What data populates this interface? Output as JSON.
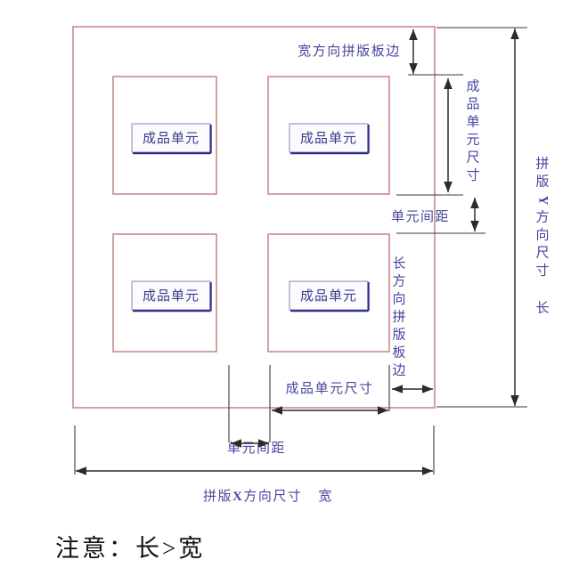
{
  "diagram": {
    "title_note": "注意：长>宽",
    "unit_label": "成品单元",
    "annotations": {
      "width_plate_edge": "宽方向拼版板边",
      "length_plate_edge": "长方向拼版板边",
      "unit_size_vertical": "成品单元尺寸",
      "unit_size_horizontal": "成品单元尺寸",
      "unit_gap_vertical": "单元间距",
      "unit_gap_horizontal": "单元间距",
      "imposition_y_size": "拼版Y方向尺寸",
      "imposition_y_label": "长",
      "imposition_x_size": "拼版X方向尺寸",
      "imposition_x_label": "宽"
    },
    "vertical_stacks": {
      "unit_size_vertical_chars": [
        "成",
        "品",
        "单",
        "元",
        "尺",
        "寸"
      ],
      "length_plate_edge_chars": [
        "长",
        "方",
        "向",
        "拼",
        "版",
        "板",
        "边"
      ],
      "imposition_y_chars": [
        "拼",
        "版",
        "Y",
        "方",
        "向",
        "尺",
        "寸"
      ]
    },
    "x_axis_text_parts": {
      "prefix": "拼版",
      "axis": "X",
      "suffix": "方向尺寸",
      "tail": "宽"
    },
    "cells": [
      {
        "id": "cell-top-left",
        "label": "成品单元"
      },
      {
        "id": "cell-top-right",
        "label": "成品单元"
      },
      {
        "id": "cell-bottom-left",
        "label": "成品单元"
      },
      {
        "id": "cell-bottom-right",
        "label": "成品单元"
      }
    ],
    "colors": {
      "plate_border": "#c98b8b",
      "cell_border": "#c98b8b",
      "unit_box_border": "#8e93b8",
      "unit_box_shadow": "#2a2a8c",
      "annotation_text": "#4646a0",
      "dimension_line": "#2b2b2b",
      "note_text": "#111111"
    }
  }
}
